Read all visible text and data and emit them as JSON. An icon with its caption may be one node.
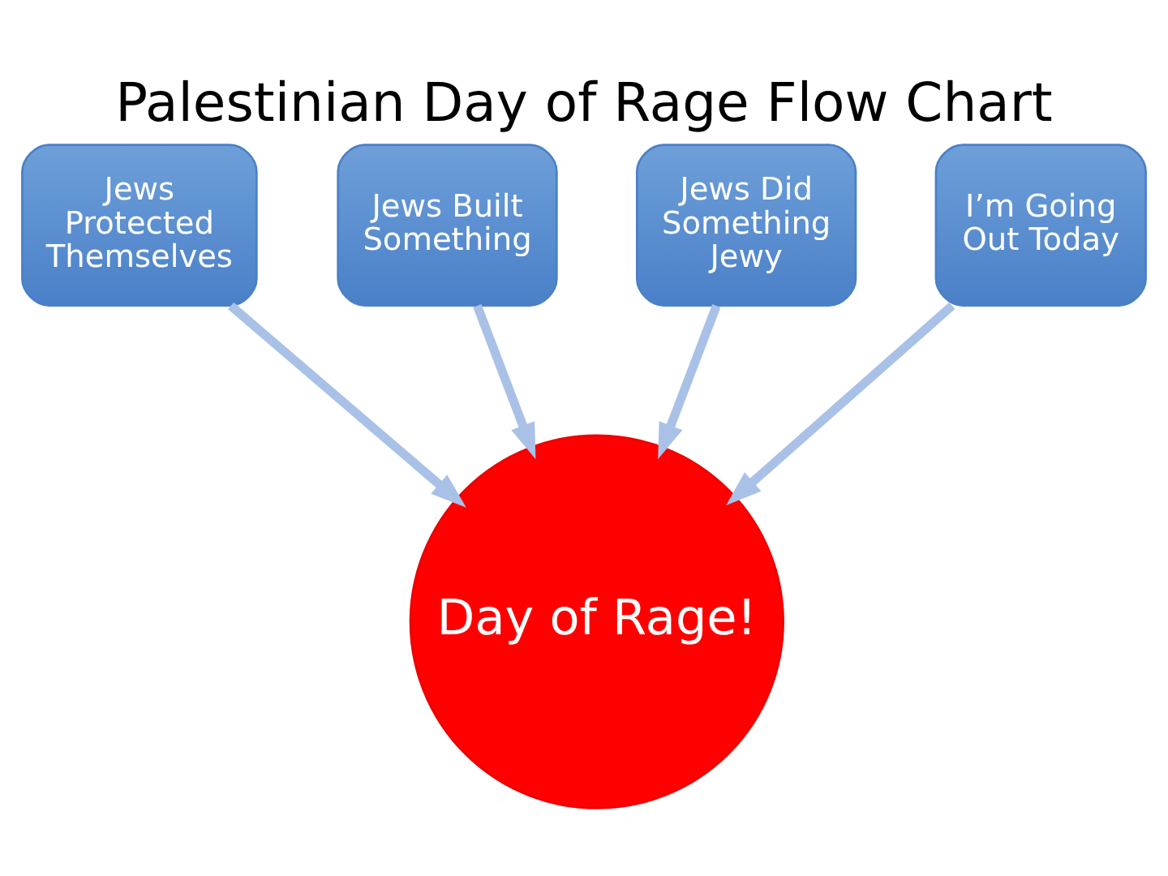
{
  "diagram": {
    "title": "Palestinian Day of Rage Flow Chart",
    "nodes": [
      {
        "text": [
          "Jews Protected Themselves"
        ]
      },
      {
        "text": [
          "Jews Built Something"
        ]
      },
      {
        "text": [
          "Jews Did Something Jewy"
        ]
      },
      {
        "text": [
          "I’m Going Out Today"
        ]
      },
      {
        "text": [
          "Day of Rage!"
        ]
      }
    ],
    "edges": [
      {
        "from": 0,
        "to": 4,
        "arrow": "to"
      },
      {
        "from": 1,
        "to": 4,
        "arrow": "to"
      },
      {
        "from": 2,
        "to": 4,
        "arrow": "to"
      },
      {
        "from": 3,
        "to": 4,
        "arrow": "to"
      }
    ]
  }
}
